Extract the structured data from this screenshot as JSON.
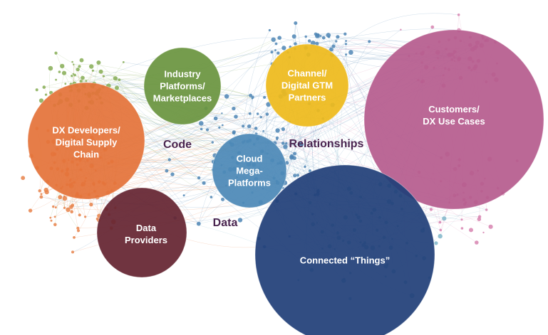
{
  "bubbles": [
    {
      "id": "industry-platforms",
      "lines": [
        "Industry",
        "Platforms/",
        "Marketplaces"
      ],
      "color": "#6b9440"
    },
    {
      "id": "channel-partners",
      "lines": [
        "Channel/",
        "Digital GTM",
        "Partners"
      ],
      "color": "#eeba1c"
    },
    {
      "id": "customers",
      "lines": [
        "Customers/",
        "DX Use Cases"
      ],
      "color": "#b65c8e"
    },
    {
      "id": "dx-developers",
      "lines": [
        "DX Developers/",
        "Digital Supply",
        "Chain"
      ],
      "color": "#e4733a"
    },
    {
      "id": "cloud-mega-platforms",
      "lines": [
        "Cloud",
        "Mega-",
        "Platforms"
      ],
      "color": "#4c89b7"
    },
    {
      "id": "data-providers",
      "lines": [
        "Data",
        "Providers"
      ],
      "color": "#652531"
    },
    {
      "id": "connected-things",
      "lines": [
        "Connected “Things”"
      ],
      "color": "#213f78"
    }
  ],
  "link_labels": {
    "code": "Code",
    "relationships": "Relationships",
    "data": "Data"
  },
  "colors": {
    "label_text": "#4a2550",
    "network_green": "#86ad55",
    "network_orange": "#e8824a",
    "network_blue": "#4f86b5",
    "network_pink": "#d784b0",
    "network_teal": "#7fb6c9"
  }
}
